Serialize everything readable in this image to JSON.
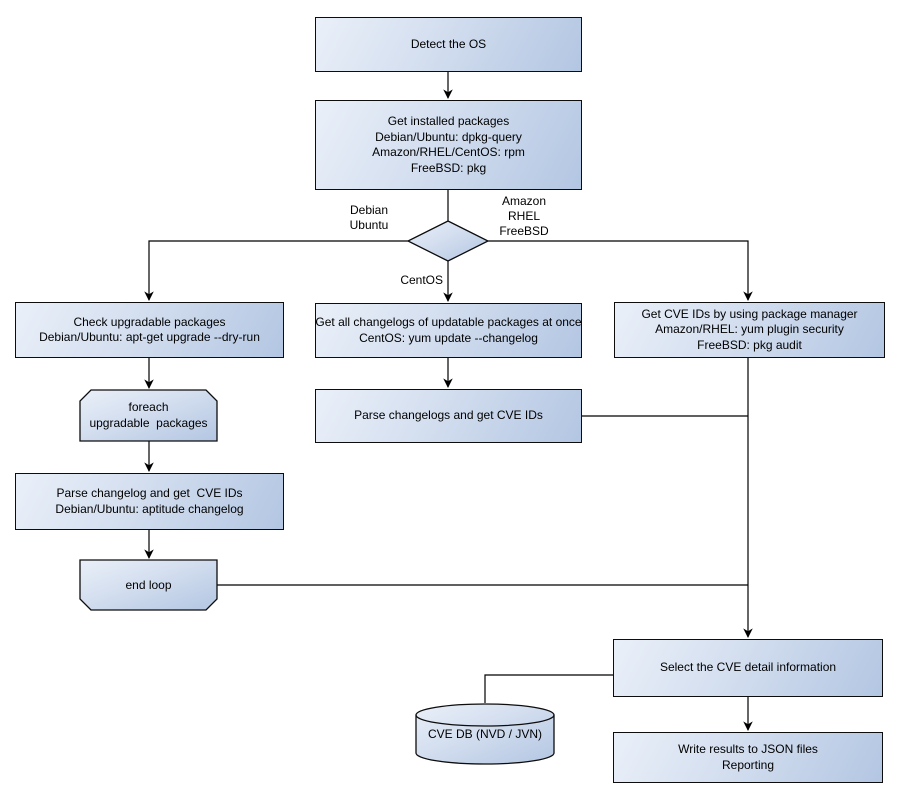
{
  "colors": {
    "node_fill_light": "#eaf0f9",
    "node_fill_dark": "#b3c6e2",
    "node_border": "#0d0d0d",
    "connector_line": "#000000",
    "text": "#000000",
    "background": "#ffffff"
  },
  "nodes": {
    "detect_os": {
      "label": "Detect the OS"
    },
    "get_installed_packages": {
      "lines": [
        "Get installed packages",
        "Debian/Ubuntu: dpkg-query",
        "Amazon/RHEL/CentOS: rpm",
        "FreeBSD: pkg"
      ]
    },
    "check_upgradable_packages": {
      "lines": [
        "Check upgradable packages",
        "Debian/Ubuntu: apt-get upgrade --dry-run"
      ]
    },
    "foreach_loop": {
      "lines": [
        "foreach",
        "upgradable  packages"
      ]
    },
    "parse_changelog_debian": {
      "lines": [
        "Parse changelog and get  CVE IDs",
        "Debian/Ubuntu: aptitude changelog"
      ]
    },
    "end_loop": {
      "label": "end loop"
    },
    "get_all_changelogs": {
      "lines": [
        "Get all changelogs of updatable packages at once",
        "CentOS: yum update --changelog"
      ]
    },
    "parse_changelogs_centos": {
      "label": "Parse changelogs and get CVE IDs"
    },
    "get_cve_ids_package_manager": {
      "lines": [
        "Get CVE IDs by using package manager",
        "Amazon/RHEL: yum plugin security",
        "FreeBSD: pkg audit"
      ]
    },
    "select_cve_detail": {
      "label": "Select the CVE detail information"
    },
    "write_results": {
      "lines": [
        "Write results to JSON files",
        "Reporting"
      ]
    },
    "cve_db": {
      "label": "CVE DB (NVD / JVN)"
    }
  },
  "edge_labels": {
    "debian_ubuntu": [
      "Debian",
      "Ubuntu"
    ],
    "amazon_rhel_freebsd": [
      "Amazon",
      "RHEL",
      "FreeBSD"
    ],
    "centos": "CentOS"
  }
}
